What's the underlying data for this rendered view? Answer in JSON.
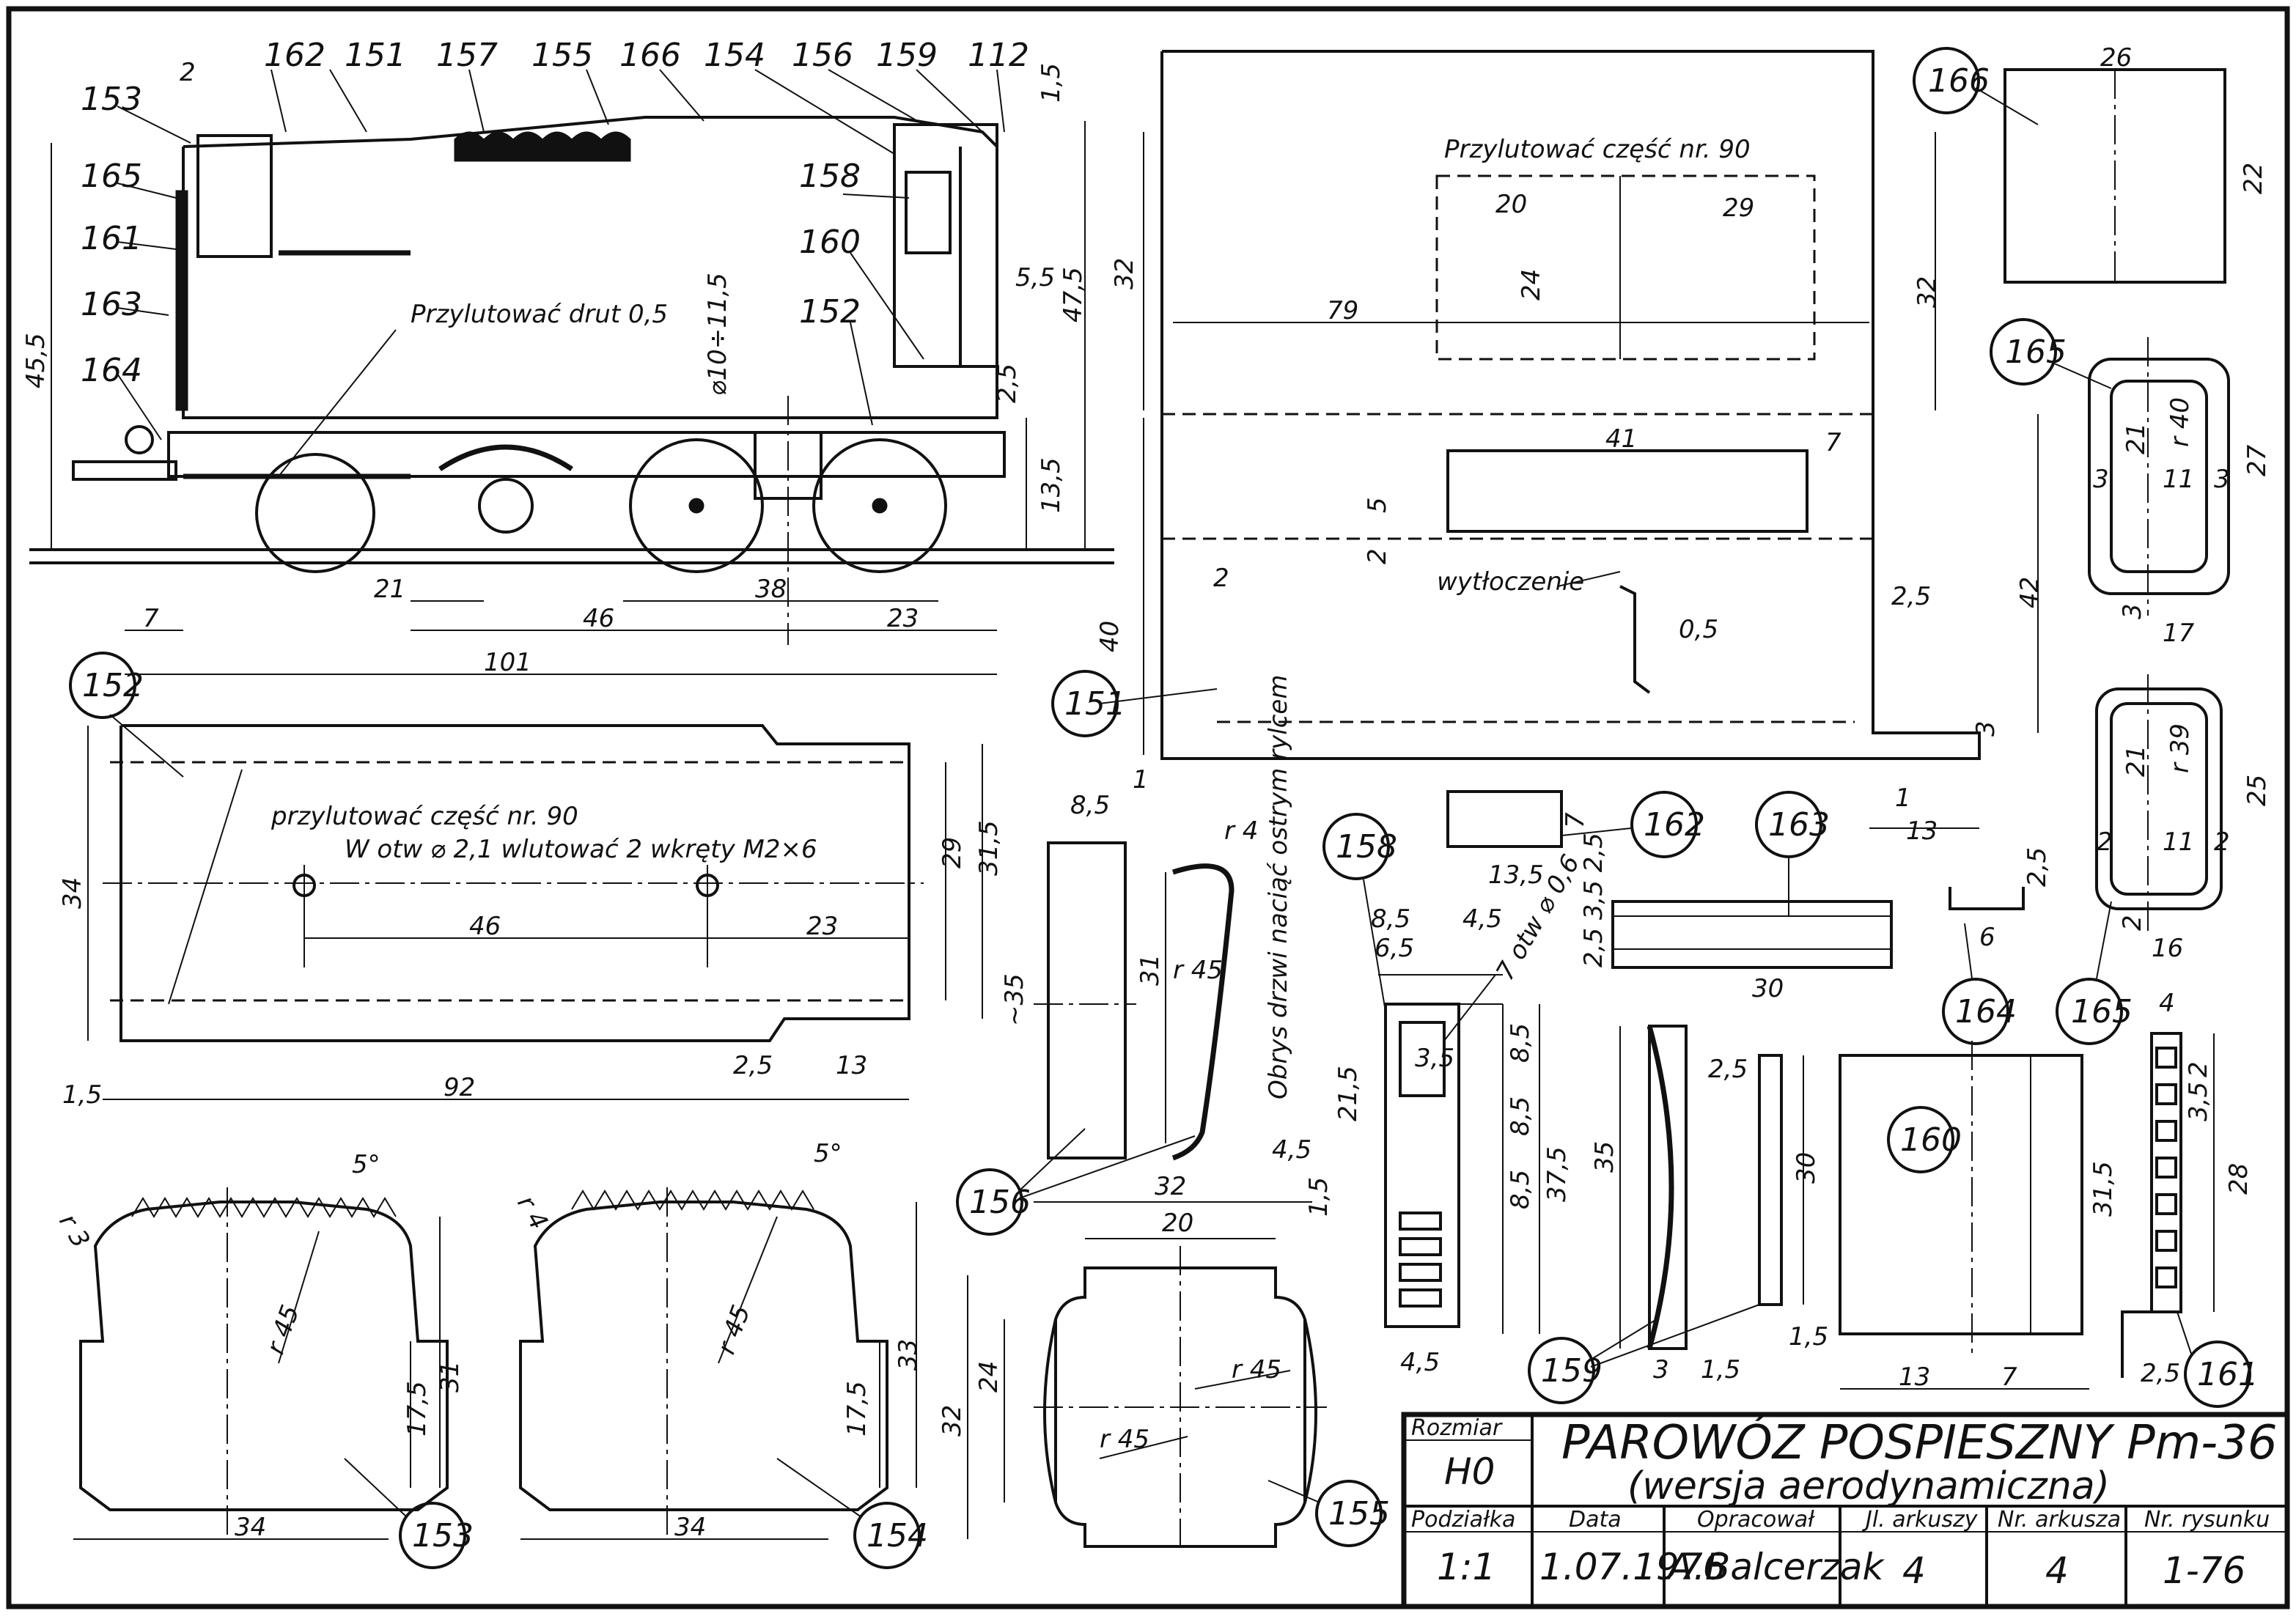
{
  "parts": {
    "p151": "151",
    "p152": "152",
    "p153": "153",
    "p154": "154",
    "p155": "155",
    "p156": "156",
    "p157": "157",
    "p158": "158",
    "p159": "159",
    "p160": "160",
    "p161": "161",
    "p162": "162",
    "p163": "163",
    "p164": "164",
    "p165": "165",
    "p166": "166",
    "p112": "112"
  },
  "notes": {
    "wire": "Przylutować drut 0,5",
    "solder90": "Przylutować część nr. 90",
    "solder90b": "przylutować część nr. 90",
    "screws": "W otw ⌀ 2,1 wlutować 2 wkręty M2×6",
    "embossing": "wytłoczenie",
    "door": "Obrys drzwi naciąć ostrym rylcem",
    "hole": "7 otw ⌀ 0,6",
    "phi": "⌀10÷11,5"
  },
  "dims": {
    "d2": "2",
    "d15": "1,5",
    "d455": "45,5",
    "d475": "47,5",
    "d55": "5,5",
    "d25": "2,5",
    "d135": "13,5",
    "d7": "7",
    "d21": "21",
    "d46": "46",
    "d38": "38",
    "d23": "23",
    "d101": "101",
    "d32": "32",
    "d20": "20",
    "d29": "29",
    "d24": "24",
    "d79": "79",
    "d41": "41",
    "d5": "5",
    "d05": "0,5",
    "d40": "40",
    "d42": "42",
    "d3": "3",
    "d1": "1",
    "d13": "13",
    "d26": "26",
    "d22": "22",
    "d27": "27",
    "d11": "11",
    "dr40": "r 40",
    "d17": "17",
    "d25b": "25",
    "dr39": "r 39",
    "d16": "16",
    "d6": "6",
    "d34": "34",
    "d315": "31,5",
    "d92": "92",
    "d85": "8,5",
    "d35t": "~35",
    "d31": "31",
    "dr45": "r 45",
    "dr4": "r 4",
    "d45": "4,5",
    "d65": "6,5",
    "d215": "21,5",
    "d375": "37,5",
    "d35": "35",
    "d30": "30",
    "d35b": "3,5",
    "d4": "4",
    "d28": "28",
    "d33": "33",
    "d175": "17,5",
    "dr3": "r 3",
    "dr4b": "r 4",
    "d5deg": "5°",
    "d253525": "2,5 3,5 2,5"
  },
  "title_block": {
    "size_label": "Rozmiar",
    "size_value": "H0",
    "title": "PAROWÓZ POSPIESZNY Pm-36",
    "subtitle": "(wersja aerodynamiczna)",
    "scale_label": "Podziałka",
    "scale_value": "1:1",
    "date_label": "Data",
    "date_value": "1.07.1976",
    "author_label": "Opracował",
    "author_value": "A.Balcerzak",
    "sheets_label": "Jl. arkuszy",
    "sheets_value": "4",
    "sheet_no_label": "Nr. arkusza",
    "sheet_no_value": "4",
    "drawing_no_label": "Nr. rysunku",
    "drawing_no_value": "1-76"
  }
}
